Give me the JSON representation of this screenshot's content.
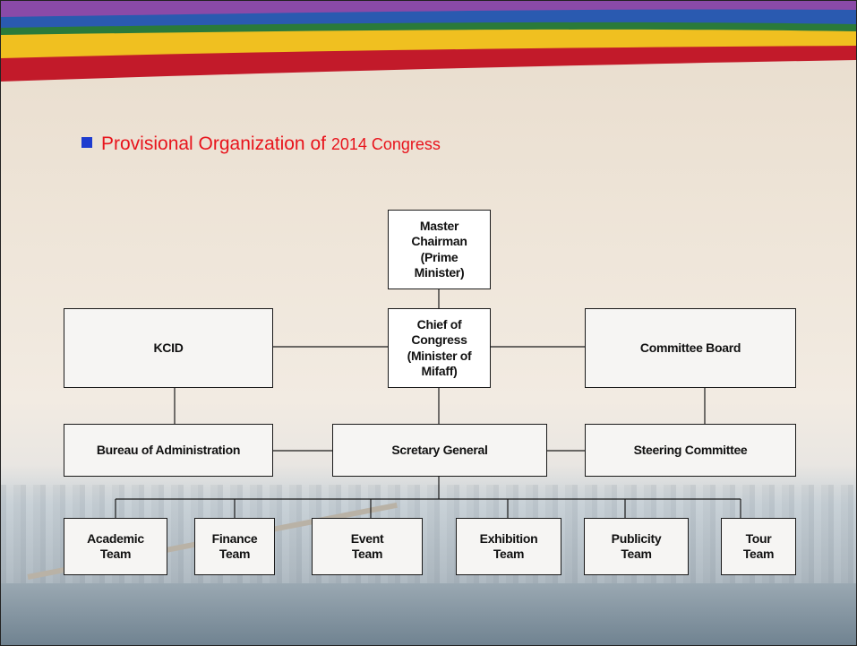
{
  "title": {
    "prefix": "Provisional Organization of ",
    "year": "2014",
    "suffix": " Congress"
  },
  "colors": {
    "title": "#e8141c",
    "bullet": "#1e3ccf",
    "stripes": [
      "#c21a2a",
      "#f0c020",
      "#2a7a3a",
      "#2a5ab0",
      "#8a4aa8"
    ]
  },
  "org": {
    "master_chairman": "Master Chairman (Prime Minister)",
    "chief": "Chief of Congress (Minister of Mifaff)",
    "kcid": "KCID",
    "committee_board": "Committee Board",
    "bureau": "Bureau of Administration",
    "secretary": "Scretary General",
    "steering": "Steering Committee",
    "teams": {
      "academic": "Academic Team",
      "finance": "Finance Team",
      "event": "Event Team",
      "exhibition": "Exhibition Team",
      "publicity": "Publicity Team",
      "tour": "Tour Team"
    }
  }
}
